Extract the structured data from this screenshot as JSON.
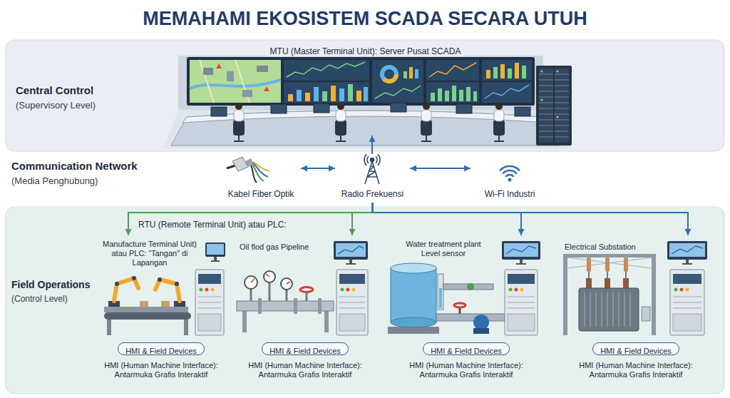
{
  "diagram": {
    "title": "MEMAHAMI EKOSISTEM SCADA SECARA UTUH",
    "nodes": [
      {
        "text": [
          "Central Control",
          "(Supervisory Level)"
        ]
      },
      {
        "text": [
          "MTU (Master Terminal Unit): Server Pusat SCADA"
        ],
        "in": 0
      },
      {
        "text": [
          "Kabel Fiber Optik"
        ]
      },
      {
        "text": [
          "Radio Frekuensi"
        ]
      },
      {
        "text": [
          "Wi-Fi Industri"
        ]
      },
      {
        "text": [
          "Field Operations",
          "(Control Level)"
        ]
      },
      {
        "text": [
          "Manufacture Terminal Unit) atau PLC: “Tangan” di Lapangan"
        ],
        "in": 5
      },
      {
        "text": [
          "HMI & Field Devices"
        ],
        "in": 6
      },
      {
        "text": [
          "Oil flod gas Pipeline"
        ],
        "in": 5
      },
      {
        "text": [
          "HMI & Field Devices"
        ],
        "in": 8
      },
      {
        "text": [
          "Water treatment plant Level sensor"
        ],
        "in": 5
      },
      {
        "text": [
          "HMI & Field Devices"
        ],
        "in": 10
      },
      {
        "text": [
          "Electrical Substation"
        ],
        "in": 5
      },
      {
        "text": [
          "HMI & Field Devices"
        ],
        "in": 12
      }
    ],
    "edges": [
      {
        "from": 2,
        "to": 3,
        "arrow": "both"
      },
      {
        "from": 3,
        "to": 4,
        "arrow": "both"
      },
      {
        "from": 3,
        "to": 1,
        "arrow": "to"
      },
      {
        "from": 3,
        "to": 6,
        "arrow": "to"
      },
      {
        "from": 3,
        "to": 8,
        "arrow": "to"
      },
      {
        "from": 3,
        "to": 10,
        "arrow": "to"
      },
      {
        "from": 3,
        "to": 12,
        "arrow": "to"
      }
    ],
    "labels": [
      "Communication Network",
      "(Media Penghubung)",
      "RTU (Remote Terminal Unit) atau PLC:",
      "HMI (Human Machine Interface): Antarmuka Grafis Interaktif",
      "HMI (Human Machine Interface): Antarmuka Grafis Interaktif",
      "HMI (Human Machine Interface): Antarmuka Grafis Interaktif",
      "HMI (Human Machine Interface): Antarmuka Grafis Interaktif"
    ]
  }
}
